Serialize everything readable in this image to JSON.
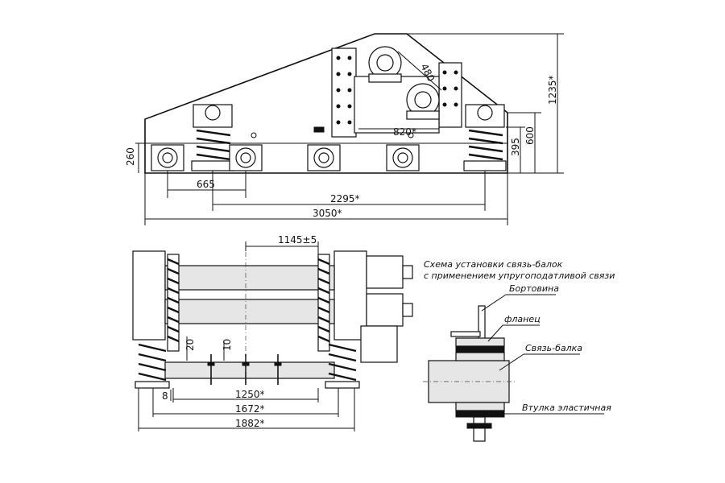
{
  "dimensions": {
    "side_view": {
      "d1235": "1235*",
      "d600": "600",
      "d395": "395",
      "d260": "260",
      "d480": "480",
      "d820": "820*",
      "d665": "665",
      "d2295": "2295*",
      "d3050": "3050*"
    },
    "front_view": {
      "d1145": "1145±5",
      "d20": "20",
      "d10": "10",
      "d8": "8",
      "d1250": "1250*",
      "d1672": "1672*",
      "d1882": "1882*"
    }
  },
  "detail": {
    "title_line1": "Схема установки связь-балок",
    "title_line2": "с применением упругоподатливой связи",
    "label_bortovina": "Бортовина",
    "label_flanets": "фланец",
    "label_svyaz_balka": "Связь-балка",
    "label_vtulka": "Втулка эластичная"
  }
}
